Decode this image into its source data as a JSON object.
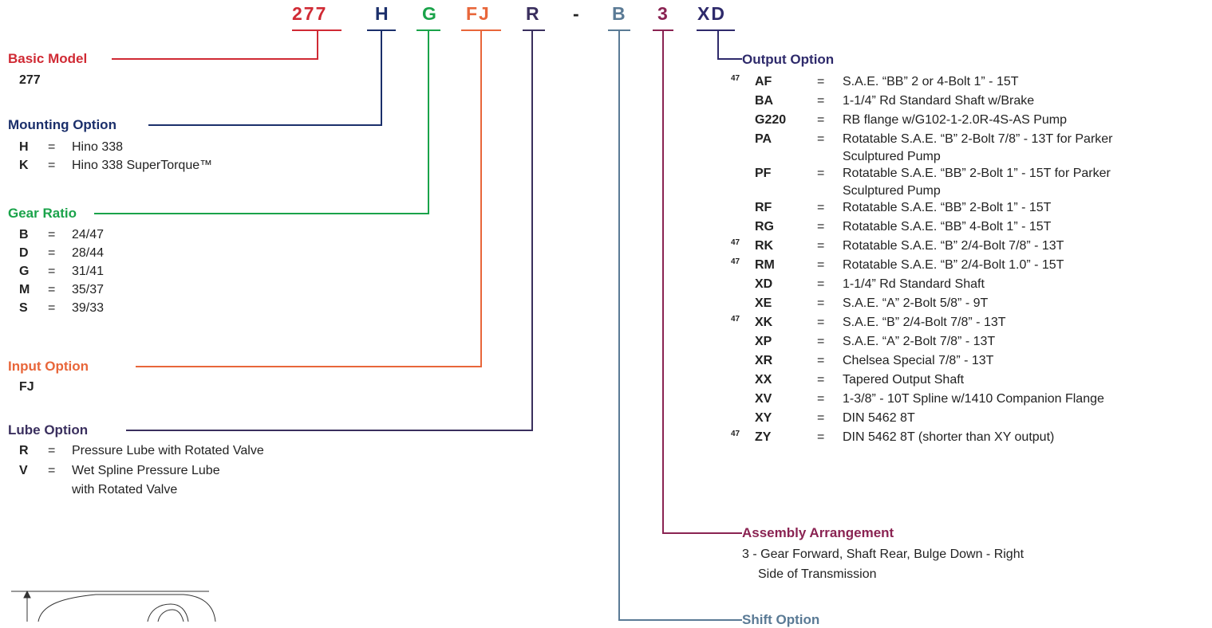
{
  "model_code": {
    "basic": "277",
    "mounting": "H",
    "gear": "G",
    "input": "FJ",
    "lube": "R",
    "dash": "-",
    "shift": "B",
    "assembly": "3",
    "output": "XD"
  },
  "colors": {
    "basic": "#d02a34",
    "mounting": "#1b2f6b",
    "gear": "#1aa34a",
    "input": "#e8663a",
    "lube": "#3a2f5e",
    "shift": "#5a7a95",
    "assembly": "#8a2352",
    "output": "#2e2a6b"
  },
  "basic_model": {
    "title": "Basic Model",
    "value": "277"
  },
  "mounting_option": {
    "title": "Mounting Option",
    "items": [
      {
        "code": "H",
        "eq": "=",
        "desc": "Hino 338"
      },
      {
        "code": "K",
        "eq": "=",
        "desc": "Hino 338 SuperTorque™"
      }
    ]
  },
  "gear_ratio": {
    "title": "Gear Ratio",
    "items": [
      {
        "code": "B",
        "eq": "=",
        "desc": "24/47"
      },
      {
        "code": "D",
        "eq": "=",
        "desc": "28/44"
      },
      {
        "code": "G",
        "eq": "=",
        "desc": "31/41"
      },
      {
        "code": "M",
        "eq": "=",
        "desc": "35/37"
      },
      {
        "code": "S",
        "eq": "=",
        "desc": "39/33"
      }
    ]
  },
  "input_option": {
    "title": "Input Option",
    "value": "FJ"
  },
  "lube_option": {
    "title": "Lube Option",
    "items": [
      {
        "code": "R",
        "eq": "=",
        "desc": "Pressure Lube with Rotated Valve",
        "desc2": ""
      },
      {
        "code": "V",
        "eq": "=",
        "desc": "Wet Spline Pressure Lube",
        "desc2": "with Rotated Valve"
      }
    ]
  },
  "output_option": {
    "title": "Output Option",
    "items": [
      {
        "note": "47",
        "code": "AF",
        "eq": "=",
        "desc": "S.A.E. “BB” 2 or 4-Bolt 1” - 15T",
        "desc2": ""
      },
      {
        "note": "",
        "code": "BA",
        "eq": "=",
        "desc": "1-1/4” Rd Standard Shaft w/Brake",
        "desc2": ""
      },
      {
        "note": "",
        "code": "G220",
        "eq": "=",
        "desc": "RB flange w/G102-1-2.0R-4S-AS Pump",
        "desc2": ""
      },
      {
        "note": "",
        "code": "PA",
        "eq": "=",
        "desc": "Rotatable S.A.E. “B” 2-Bolt 7/8” - 13T for Parker",
        "desc2": "Sculptured Pump"
      },
      {
        "note": "",
        "code": "PF",
        "eq": "=",
        "desc": "Rotatable S.A.E. “BB” 2-Bolt 1” - 15T for Parker",
        "desc2": "Sculptured Pump"
      },
      {
        "note": "",
        "code": "RF",
        "eq": "=",
        "desc": "Rotatable S.A.E. “BB” 2-Bolt 1” - 15T",
        "desc2": ""
      },
      {
        "note": "",
        "code": "RG",
        "eq": "=",
        "desc": "Rotatable S.A.E. “BB” 4-Bolt 1” - 15T",
        "desc2": ""
      },
      {
        "note": "47",
        "code": "RK",
        "eq": "=",
        "desc": "Rotatable S.A.E. “B” 2/4-Bolt 7/8” - 13T",
        "desc2": ""
      },
      {
        "note": "47",
        "code": "RM",
        "eq": "=",
        "desc": "Rotatable S.A.E. “B” 2/4-Bolt 1.0” - 15T",
        "desc2": ""
      },
      {
        "note": "",
        "code": "XD",
        "eq": "=",
        "desc": "1-1/4” Rd Standard Shaft",
        "desc2": ""
      },
      {
        "note": "",
        "code": "XE",
        "eq": "=",
        "desc": "S.A.E. “A” 2-Bolt 5/8” - 9T",
        "desc2": ""
      },
      {
        "note": "47",
        "code": "XK",
        "eq": "=",
        "desc": "S.A.E. “B” 2/4-Bolt 7/8” - 13T",
        "desc2": ""
      },
      {
        "note": "",
        "code": "XP",
        "eq": "=",
        "desc": "S.A.E. “A” 2-Bolt 7/8” - 13T",
        "desc2": ""
      },
      {
        "note": "",
        "code": "XR",
        "eq": "=",
        "desc": "Chelsea Special 7/8” - 13T",
        "desc2": ""
      },
      {
        "note": "",
        "code": "XX",
        "eq": "=",
        "desc": "Tapered Output Shaft",
        "desc2": ""
      },
      {
        "note": "",
        "code": "XV",
        "eq": "=",
        "desc": "1-3/8” - 10T Spline w/1410 Companion Flange",
        "desc2": ""
      },
      {
        "note": "",
        "code": "XY",
        "eq": "=",
        "desc": "DIN 5462 8T",
        "desc2": ""
      },
      {
        "note": "47",
        "code": "ZY",
        "eq": "=",
        "desc": "DIN 5462 8T (shorter than XY output)",
        "desc2": ""
      }
    ]
  },
  "assembly_arrangement": {
    "title": "Assembly Arrangement",
    "line1": "3 - Gear Forward, Shaft Rear, Bulge Down - Right",
    "line2": "Side of Transmission"
  },
  "shift_option": {
    "title": "Shift Option"
  }
}
